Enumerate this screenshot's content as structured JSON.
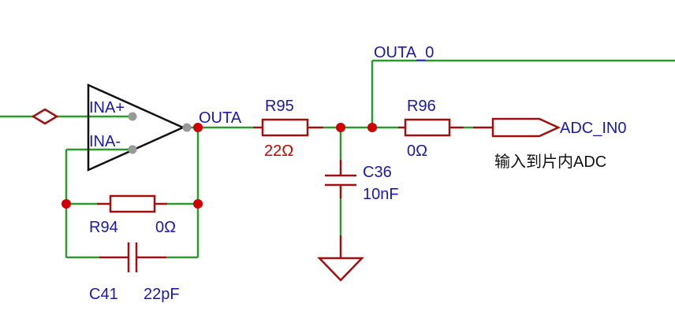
{
  "colors": {
    "wire": "#2e9a2e",
    "component": "#a01010",
    "junction": "#cc0000",
    "net_label": "#1a1aa6",
    "value_red": "#cc0000",
    "pin": "#999999"
  },
  "pins": {
    "in_plus": "INA+",
    "in_minus": "INA-"
  },
  "nets": {
    "outa": "OUTA",
    "outa0": "OUTA_0",
    "adc_port": "ADC_IN0"
  },
  "components": {
    "r95": {
      "ref": "R95",
      "value": "22Ω"
    },
    "r96": {
      "ref": "R96",
      "value": "0Ω"
    },
    "r94": {
      "ref": "R94",
      "value": "0Ω"
    },
    "c36": {
      "ref": "C36",
      "value": "10nF"
    },
    "c41": {
      "ref": "C41",
      "value": "22pF"
    }
  },
  "note": "输入到片内ADC"
}
